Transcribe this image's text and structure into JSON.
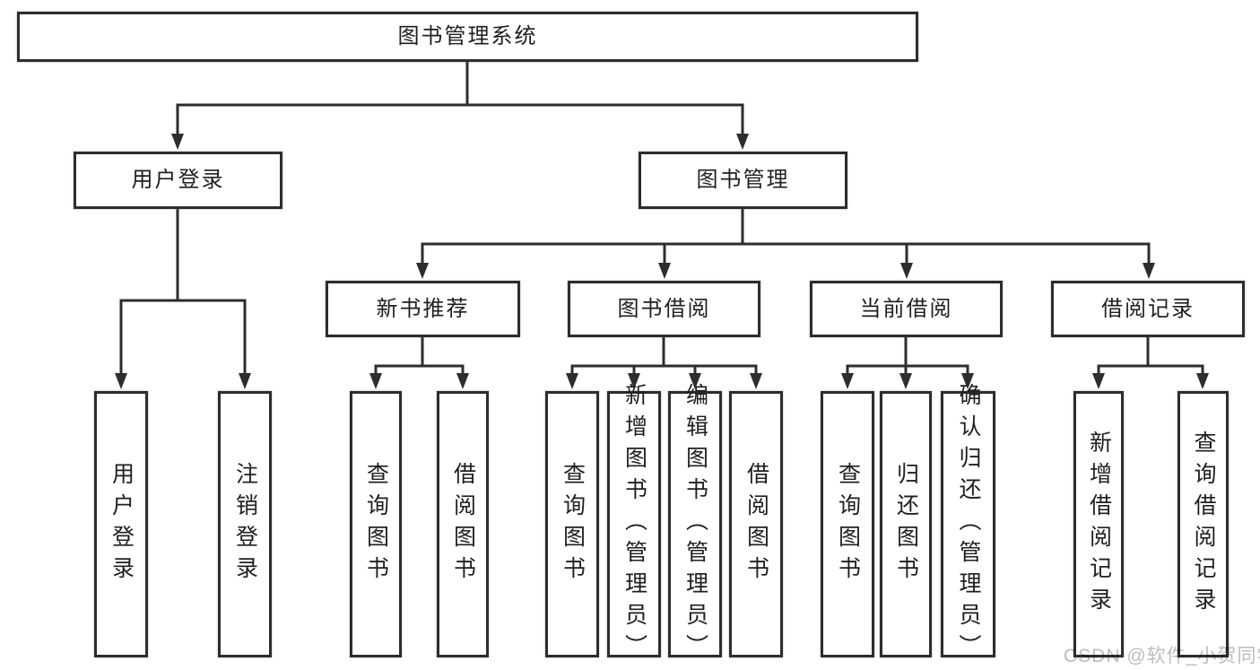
{
  "tree": {
    "root": {
      "label": "图书管理系统",
      "children": [
        {
          "label": "用户登录",
          "children": [
            {
              "label": "用户登录"
            },
            {
              "label": "注销登录"
            }
          ]
        },
        {
          "label": "图书管理",
          "children": [
            {
              "label": "新书推荐",
              "children": [
                {
                  "label": "查询图书"
                },
                {
                  "label": "借阅图书"
                }
              ]
            },
            {
              "label": "图书借阅",
              "children": [
                {
                  "label": "查询图书"
                },
                {
                  "label": "新增图书（管理员）"
                },
                {
                  "label": "编辑图书（管理员）"
                },
                {
                  "label": "借阅图书"
                }
              ]
            },
            {
              "label": "当前借阅",
              "children": [
                {
                  "label": "查询图书"
                },
                {
                  "label": "归还图书"
                },
                {
                  "label": "确认归还（管理员）"
                }
              ]
            },
            {
              "label": "借阅记录",
              "children": [
                {
                  "label": "新增借阅记录"
                },
                {
                  "label": "查询借阅记录"
                }
              ]
            }
          ]
        }
      ]
    }
  },
  "watermark": {
    "text": "CSDN @软件_小贺同学"
  },
  "colors": {
    "line": "#2d2d2d",
    "text": "#1f1f1f",
    "watermark": "#bdbdbd",
    "background": "#ffffff"
  }
}
